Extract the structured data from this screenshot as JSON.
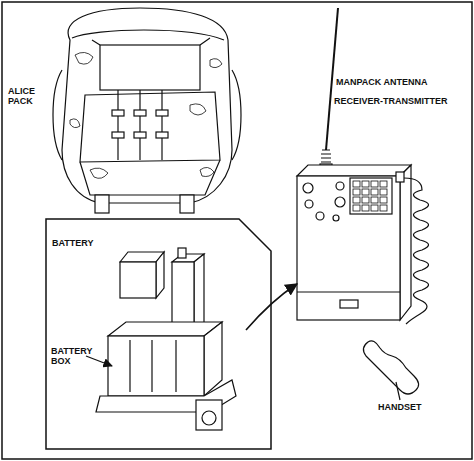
{
  "diagram": {
    "nodes": [
      {
        "text": [
          "BATTERY",
          "BATTERY BOX"
        ]
      }
    ],
    "labels": [
      "ALICE PACK",
      "MANPACK ANTENNA",
      "RECEIVER-TRANSMITTER",
      "HANDSET"
    ]
  }
}
